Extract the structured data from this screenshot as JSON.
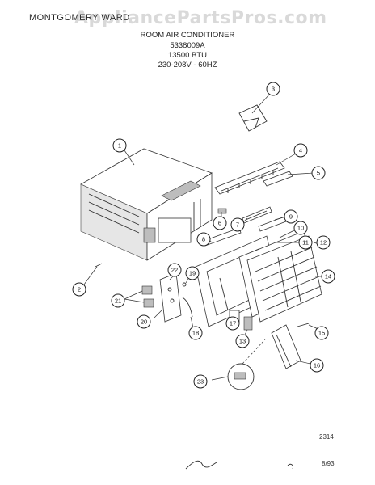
{
  "header": {
    "brand": "MONTGOMERY WARD",
    "watermark": "AppliancePartsPros.com",
    "title": "ROOM AIR CONDITIONER",
    "model": "5338009A",
    "capacity": "13500 BTU",
    "power": "230-208V - 60HZ"
  },
  "footer": {
    "diagram_code": "2314",
    "date": "8/93"
  },
  "callouts": [
    "1",
    "2",
    "3",
    "4",
    "5",
    "6",
    "7",
    "8",
    "9",
    "10",
    "11",
    "12",
    "13",
    "14",
    "15",
    "16",
    "17",
    "18",
    "19",
    "20",
    "21",
    "22",
    "23"
  ],
  "colors": {
    "line": "#333333",
    "background": "#ffffff"
  }
}
